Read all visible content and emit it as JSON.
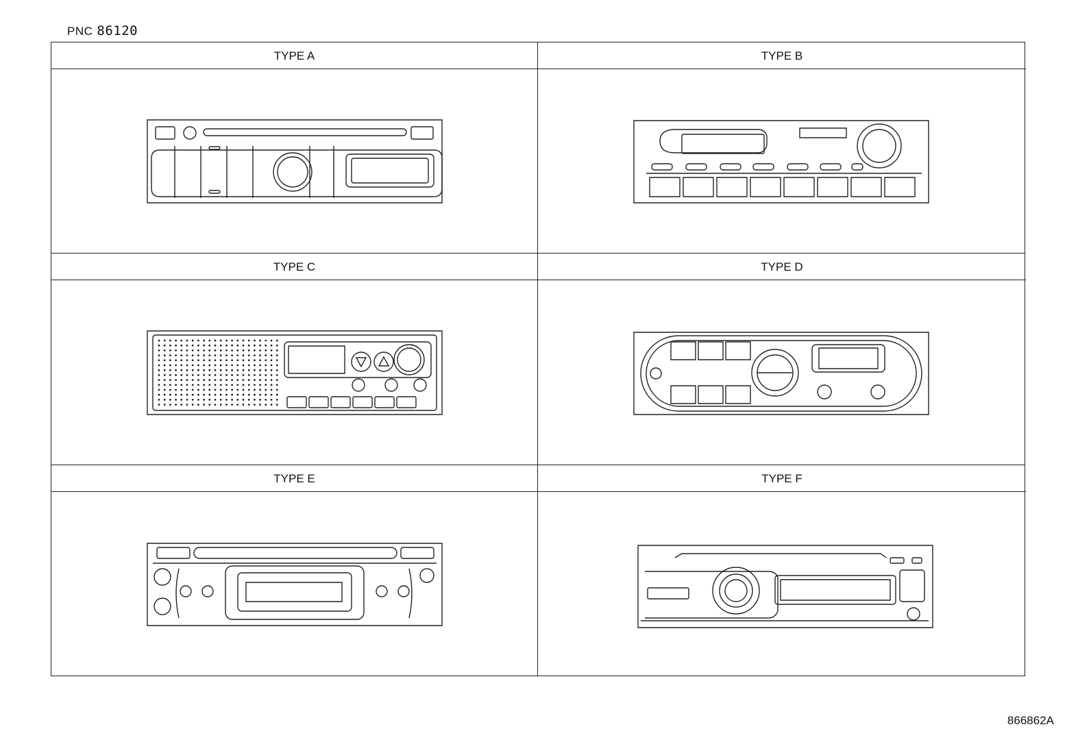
{
  "pnc": {
    "label": "PNC",
    "number": "86120"
  },
  "panels": [
    {
      "label": "TYPE A"
    },
    {
      "label": "TYPE B"
    },
    {
      "label": "TYPE C"
    },
    {
      "label": "TYPE D"
    },
    {
      "label": "TYPE E"
    },
    {
      "label": "TYPE F"
    }
  ],
  "illustration_code": "866862A"
}
